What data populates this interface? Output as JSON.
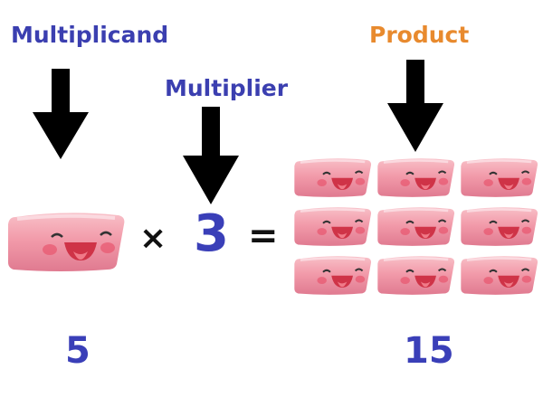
{
  "labels": {
    "multiplicand": "Multiplicand",
    "multiplier": "Multiplier",
    "product": "Product"
  },
  "equation": {
    "times": "×",
    "multiplier_value": "3",
    "equals": "="
  },
  "counts": {
    "multiplicand_count": "5",
    "product_count": "15"
  },
  "colors": {
    "label_blue": "#3B3FB0",
    "label_orange": "#E88A2E",
    "number_blue": "#3A3FB8",
    "eraser_pink": "#F29BAA",
    "eraser_pink_dark": "#E67E93",
    "arrow_black": "#000000"
  },
  "icons": {
    "eraser": "smiling-eraser-icon",
    "arrow": "down-arrow-icon"
  }
}
